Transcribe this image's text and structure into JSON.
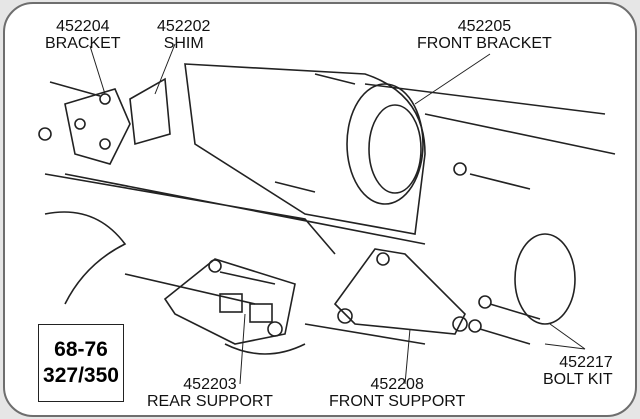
{
  "parts": [
    {
      "number": "452204",
      "name": "BRACKET"
    },
    {
      "number": "452202",
      "name": "SHIM"
    },
    {
      "number": "452205",
      "name": "FRONT BRACKET"
    },
    {
      "number": "452203",
      "name": "REAR SUPPORT"
    },
    {
      "number": "452208",
      "name": "FRONT SUPPORT"
    },
    {
      "number": "452217",
      "name": "BOLT KIT"
    }
  ],
  "applicability": {
    "years": "68-76",
    "engines": "327/350"
  }
}
